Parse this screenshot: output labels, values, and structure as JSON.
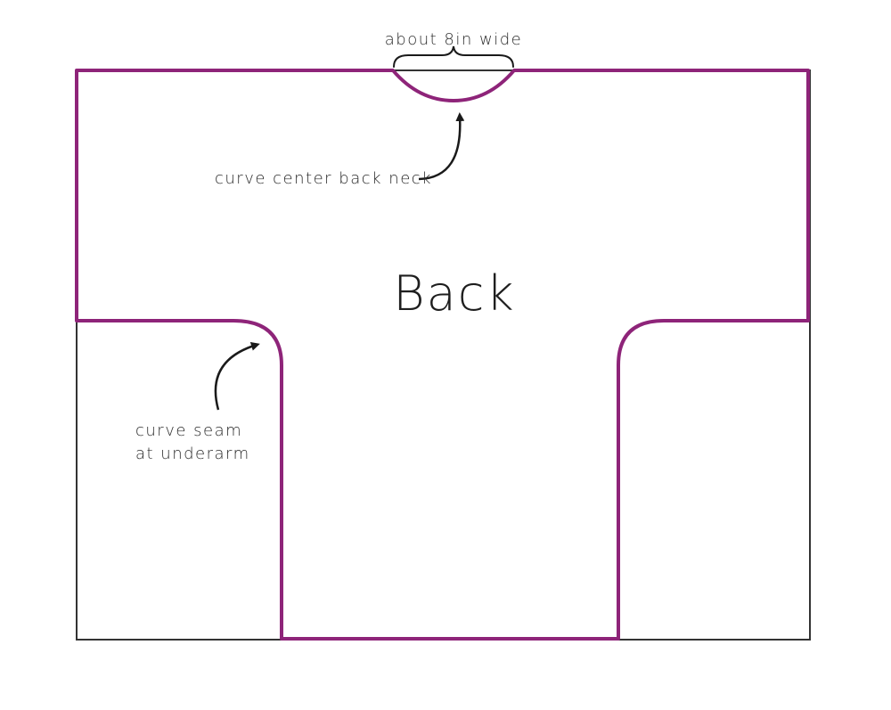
{
  "diagram": {
    "piece_label": "Back",
    "neck_width_label": "about 8in wide",
    "neck_note": "curve center back neck",
    "underarm_note_line1": "curve seam",
    "underarm_note_line2": "at underarm",
    "colors": {
      "seam": "#8e2479",
      "outline": "#333333",
      "arrow": "#1a1a1a",
      "text": "#2b2b2b"
    }
  }
}
